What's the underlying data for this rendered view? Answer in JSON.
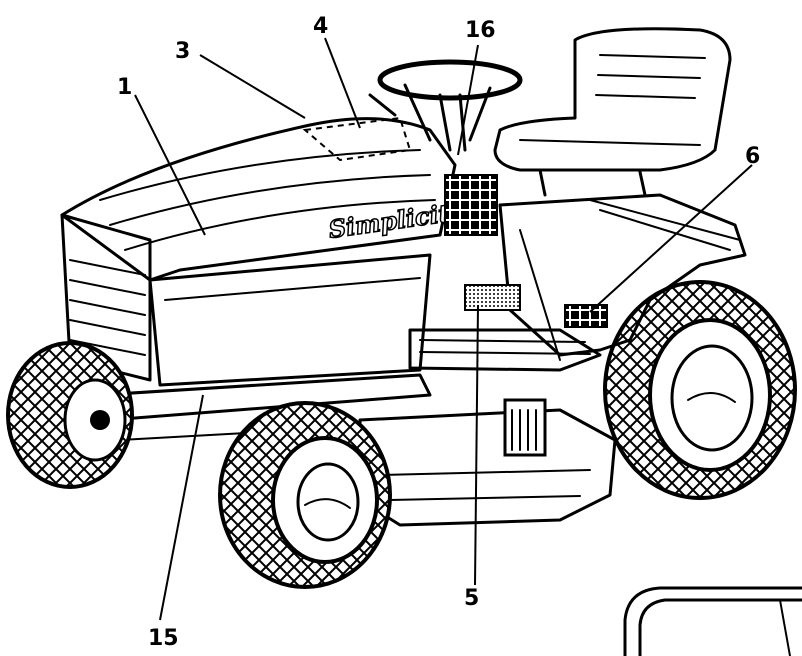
{
  "brand": {
    "logo_text": "Simplicity"
  },
  "callouts": [
    {
      "id": "c1",
      "label": "1"
    },
    {
      "id": "c3",
      "label": "3"
    },
    {
      "id": "c4",
      "label": "4"
    },
    {
      "id": "c16",
      "label": "16"
    },
    {
      "id": "c6",
      "label": "6"
    },
    {
      "id": "c5",
      "label": "5"
    },
    {
      "id": "c15",
      "label": "15"
    }
  ],
  "colors": {
    "ink": "#000000",
    "paper": "#ffffff",
    "tint": "#d9d9d9"
  }
}
